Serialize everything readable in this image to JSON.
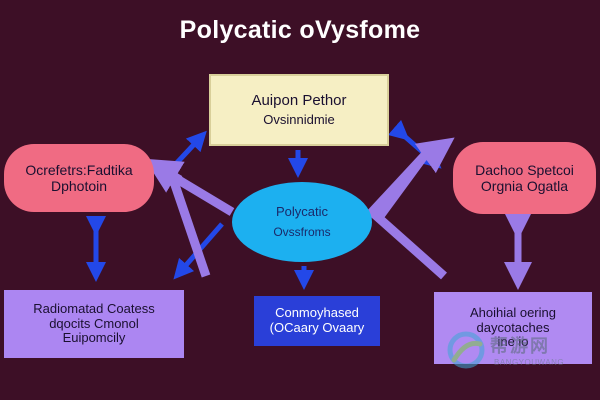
{
  "title": "Polycatic oVysfome",
  "nodes": {
    "top": {
      "line1": "Auipon Pethor",
      "line2": "Ovsinnidmie"
    },
    "left": {
      "line1": "Ocrefetrs:Fadtika",
      "line2": "Dphotoin"
    },
    "center": {
      "line1": "Polycatic",
      "line2": "Ovssfroms"
    },
    "right": {
      "line1": "Dachoo Spetcoi",
      "line2": "Orgnia Ogatla"
    },
    "bottom_left": {
      "line1": "Radiomatad Coatess",
      "line2": "dqocits Cmonol",
      "line3": "Euipomcily"
    },
    "bottom_center": {
      "line1": "Conmoyhased",
      "line2": "(OCaary Ovaary"
    },
    "bottom_right": {
      "line1": "Ahoihial oering",
      "line2": "daycotaches",
      "line3": "ine io"
    }
  },
  "watermark": {
    "cn": "帮游网",
    "en": "BANGYOUWANG"
  },
  "colors": {
    "background": "#3d0f26",
    "top_box": "#f6efc4",
    "pill": "#f06b83",
    "oval": "#1cb0f0",
    "purple_box": "#ac86f2",
    "blue_box": "#2a3fd8",
    "blue_arrow": "#2348e8",
    "purple_arrow": "#9a7ae6"
  }
}
